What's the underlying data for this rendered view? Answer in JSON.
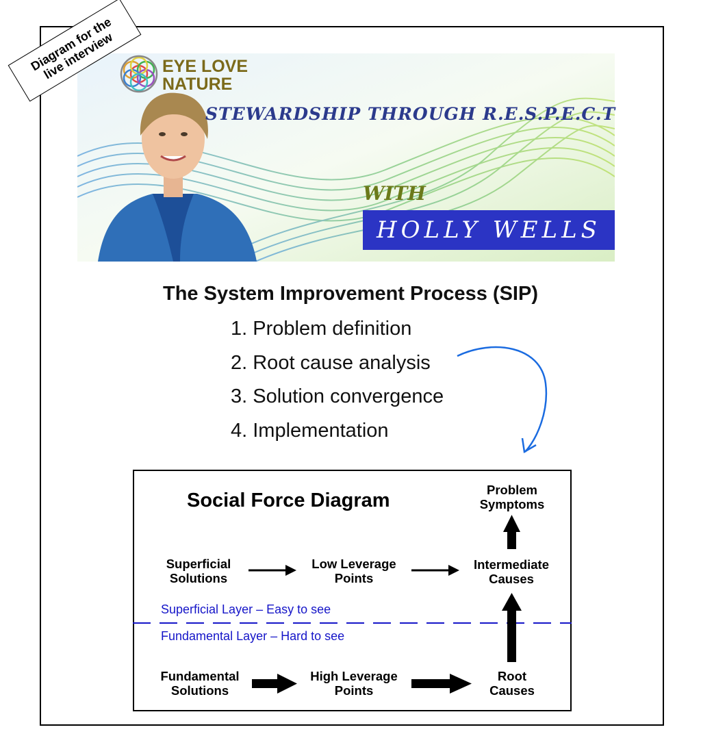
{
  "stamp": {
    "line1": "Diagram for the",
    "line2": "live interview"
  },
  "banner": {
    "logo_line1": "EYE LOVE",
    "logo_line2": "NATURE",
    "tagline": "STEWARDSHIP THROUGH R.E.S.P.E.C.T",
    "with_label": "WITH",
    "name": "HOLLY WELLS"
  },
  "sip": {
    "title": "The System Improvement Process (SIP)",
    "steps": [
      "1. Problem definition",
      "2. Root cause analysis",
      "3. Solution convergence",
      "4. Implementation"
    ]
  },
  "diagram": {
    "title": "Social Force Diagram",
    "nodes": {
      "problem_symptoms": [
        "Problem",
        "Symptoms"
      ],
      "superficial_solutions": [
        "Superficial",
        "Solutions"
      ],
      "low_leverage_points": [
        "Low Leverage",
        "Points"
      ],
      "intermediate_causes": [
        "Intermediate",
        "Causes"
      ],
      "fundamental_solutions": [
        "Fundamental",
        "Solutions"
      ],
      "high_leverage_points": [
        "High Leverage",
        "Points"
      ],
      "root_causes": [
        "Root",
        "Causes"
      ]
    },
    "superficial_layer": "Superficial Layer – Easy to see",
    "fundamental_layer": "Fundamental Layer – Hard to see"
  },
  "colors": {
    "curve_arrow": "#1a6be0",
    "layer_text": "#1515c8",
    "name_box": "#2b34c4"
  }
}
